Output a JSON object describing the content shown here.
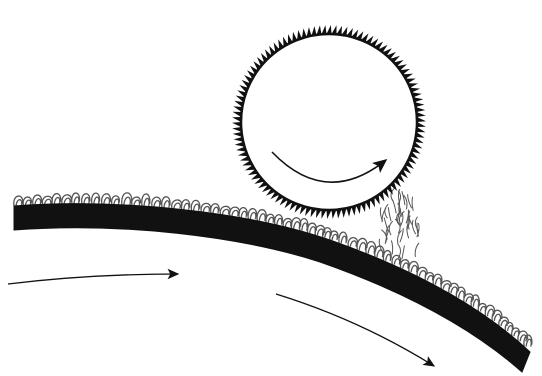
{
  "figure": {
    "has_text": false,
    "elements": [
      "toothed-roller",
      "rotation-arrow",
      "curved-belt",
      "belt-fibres",
      "belt-flow-arrow-left",
      "belt-flow-arrow-right"
    ],
    "colors": {
      "ink": "#111111",
      "fiber": "#555555",
      "background": "#ffffff"
    }
  }
}
